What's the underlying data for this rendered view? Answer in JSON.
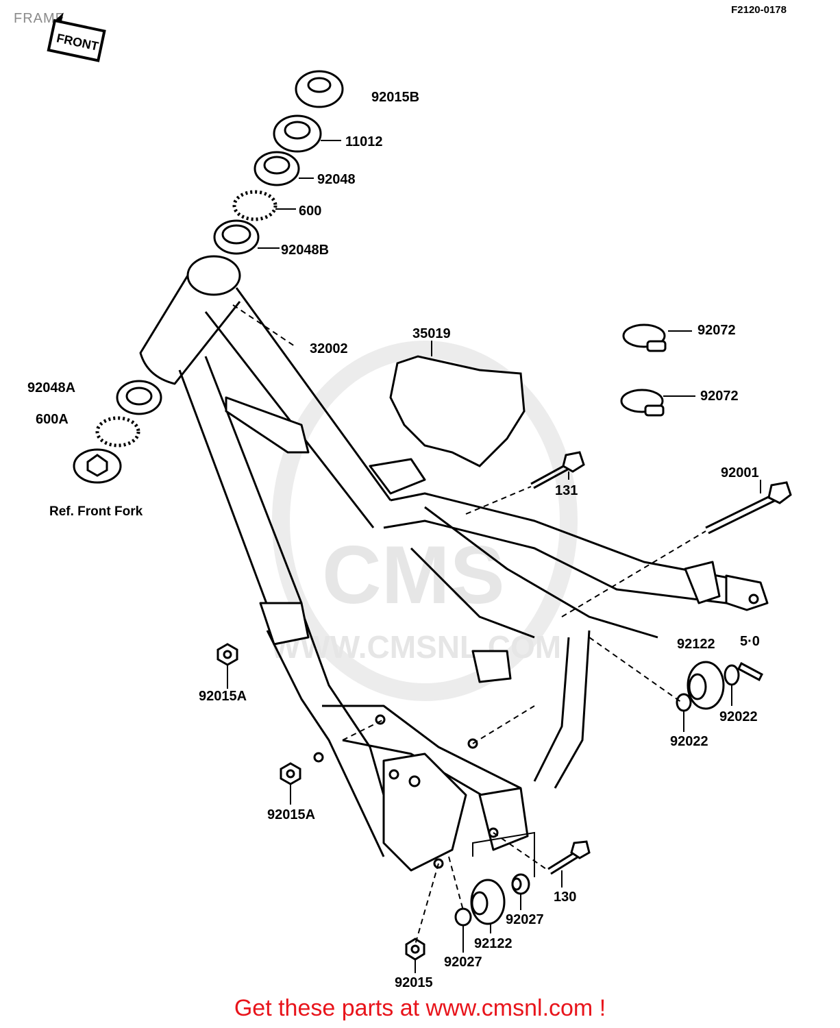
{
  "header": {
    "title": "FRAME",
    "diagram_code": "F2120-0178",
    "front_badge": "FRONT"
  },
  "watermark": {
    "logo": "CMS",
    "url": "WWW.CMSNL.COM"
  },
  "parts": {
    "p92015B": "92015B",
    "p11012": "11012",
    "p92048": "92048",
    "p600": "600",
    "p92048B": "92048B",
    "p32002": "32002",
    "p35019": "35019",
    "p92072a": "92072",
    "p92072b": "92072",
    "p92048A": "92048A",
    "p600A": "600A",
    "ref_front_fork": "Ref. Front Fork",
    "p131": "131",
    "p92001": "92001",
    "p92122a": "92122",
    "p550": "5·0",
    "p92015A_a": "92015A",
    "p92022a": "92022",
    "p92022b": "92022",
    "p92015A_b": "92015A",
    "p130": "130",
    "p92027a": "92027",
    "p92122b": "92122",
    "p92027b": "92027",
    "p92015": "92015"
  },
  "footer": {
    "link_text": "Get these parts at www.cmsnl.com !"
  },
  "colors": {
    "line": "#000000",
    "footer": "#e8141b",
    "title": "#8a8a8a",
    "watermark": "#e6e6e6"
  }
}
